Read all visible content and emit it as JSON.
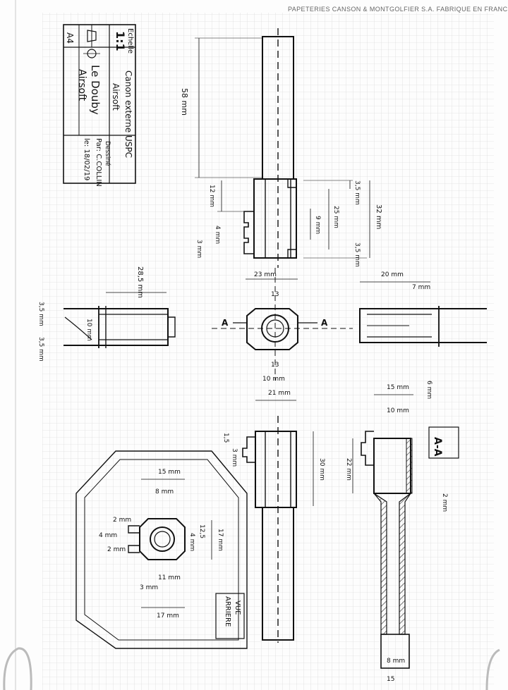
{
  "header": {
    "manufacturer": "PAPETERIES CANSON & MONTGOLFIER S.A. FABRIQUE EN FRANCE"
  },
  "title_block": {
    "scale_label": "Echelle",
    "scale": "1:1",
    "format": "A4",
    "title_line1": "Canon externe USPC",
    "title_line2": "Airsoft",
    "drawn_label": "Dessiné",
    "author": "Par: C.COLLIN",
    "date": "le: 18/02/19",
    "owner_line1": "Le Douby",
    "owner_line2": "Airsoft"
  },
  "dimensions": {
    "top_length": "58 mm",
    "top_12": "12 mm",
    "top_4": "4 mm",
    "top_3": "3 mm",
    "top_35a": "3,5 mm",
    "top_25": "25 mm",
    "top_9": "9 mm",
    "top_35b": "3,5 mm",
    "top_32": "32 mm",
    "left_285": "28,5 mm",
    "left_35a": "3,5 mm",
    "left_10": "10 mm",
    "left_35b": "3,5 mm",
    "center_top": "23 mm",
    "center_w": "13",
    "center_bottom1": "13",
    "center_bottom2": "10 mm",
    "right_20": "20 mm",
    "right_7": "7 mm",
    "right_6": "6 mm",
    "lower_top": "21 mm",
    "lower_15": "1,5",
    "lower_3": "3 mm",
    "sec_15": "15 mm",
    "sec_10": "10 mm",
    "sec_30": "30 mm",
    "sec_22": "22 mm",
    "sec_2": "2 mm",
    "sec_8": "8 mm",
    "sec_15b": "15",
    "rear_15": "15 mm",
    "rear_8": "8 mm",
    "rear_17": "17 mm",
    "rear_125": "12,5",
    "rear_4": "4 mm",
    "rear_2a": "2 mm",
    "rear_4b": "4 mm",
    "rear_2b": "2 mm",
    "rear_3": "3 mm",
    "rear_11": "11 mm",
    "rear_17b": "17 mm"
  },
  "section_label": "A-A",
  "cut_left": "A",
  "cut_right": "A",
  "rear_view_label_line1": "VUE",
  "rear_view_label_line2": "ARRIERE"
}
